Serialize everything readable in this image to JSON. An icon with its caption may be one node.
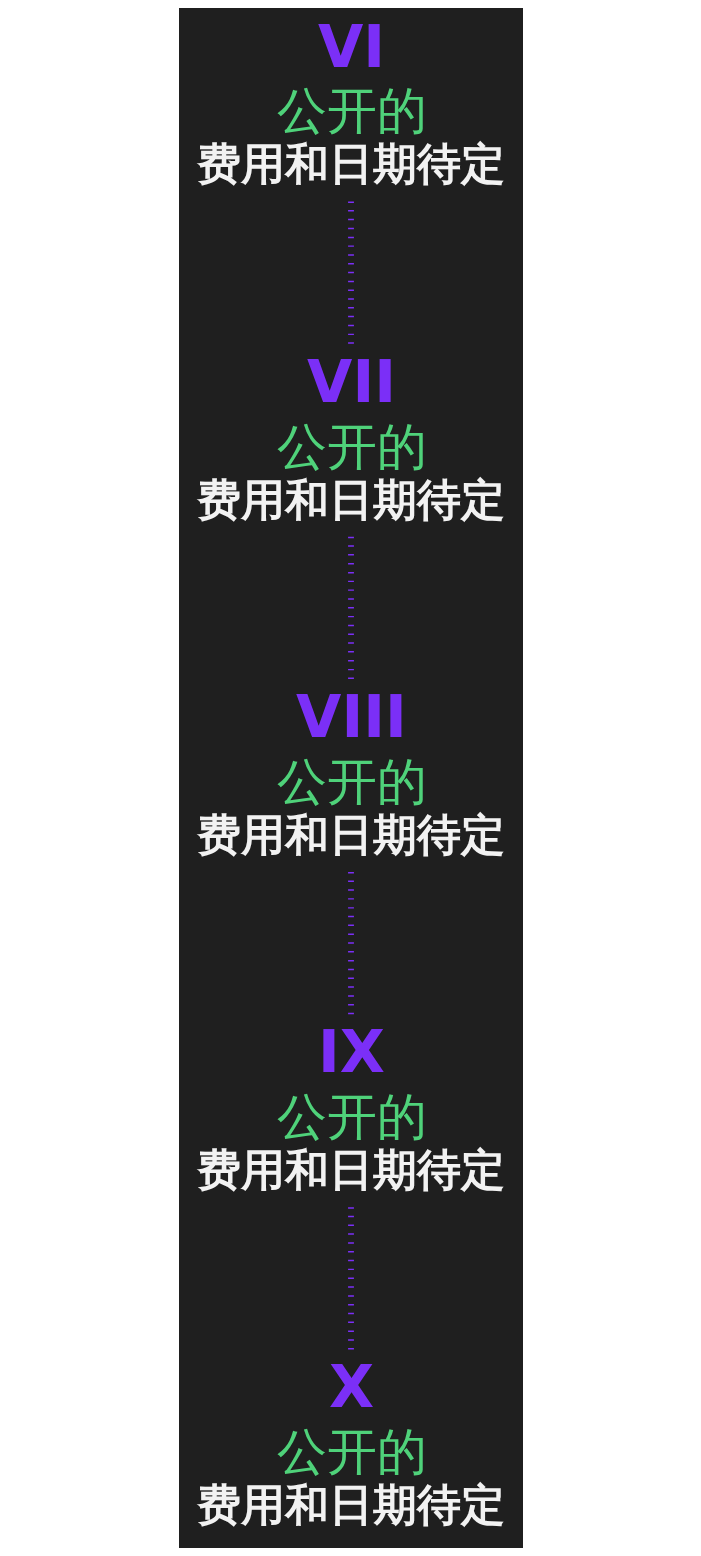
{
  "diagram": {
    "nodes": [
      {
        "text": [
          "VI",
          "公开的",
          "费用和日期待定"
        ]
      },
      {
        "text": [
          "VII",
          "公开的",
          "费用和日期待定"
        ]
      },
      {
        "text": [
          "VIII",
          "公开的",
          "费用和日期待定"
        ]
      },
      {
        "text": [
          "IX",
          "公开的",
          "费用和日期待定"
        ]
      },
      {
        "text": [
          "X",
          "公开的",
          "费用和日期待定"
        ]
      }
    ],
    "edges": [
      {
        "from": 0,
        "to": 1,
        "arrow": "none",
        "style": "dashed"
      },
      {
        "from": 1,
        "to": 2,
        "arrow": "none",
        "style": "dashed"
      },
      {
        "from": 2,
        "to": 3,
        "arrow": "none",
        "style": "dashed"
      },
      {
        "from": 3,
        "to": 4,
        "arrow": "none",
        "style": "dashed"
      }
    ]
  }
}
